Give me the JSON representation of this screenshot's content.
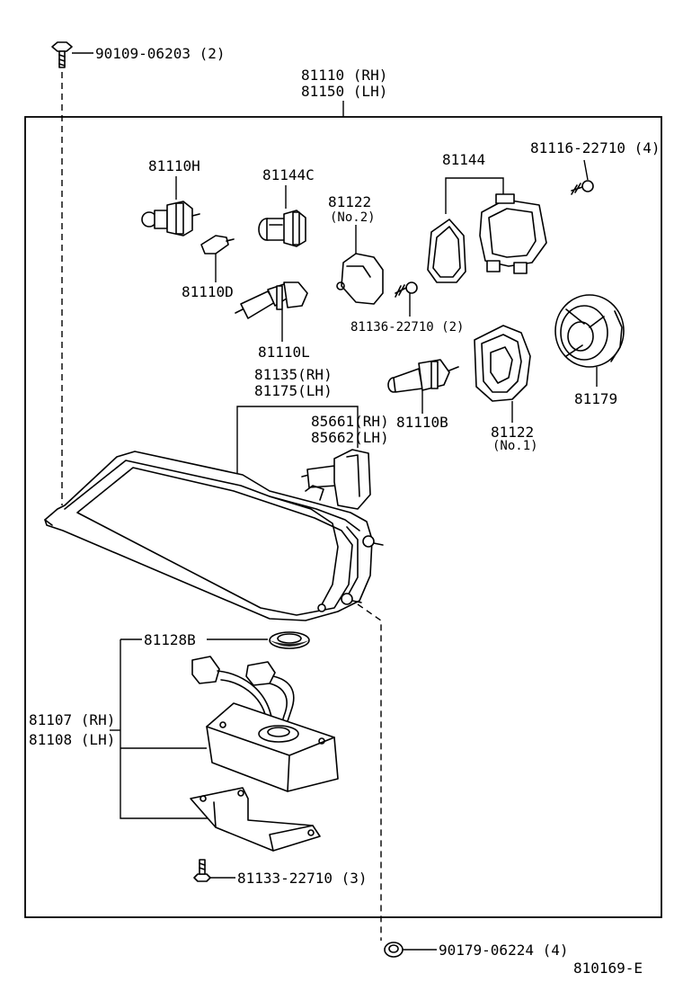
{
  "labels": {
    "bolt_top": "90109-06203 (2)",
    "assy_rh": "81110 (RH)",
    "assy_lh": "81150 (LH)",
    "bulb_81110H": "81110H",
    "bulb_81144C": "81144C",
    "cap_81122_no2_num": "81122",
    "cap_81122_no2_sub": "(No.2)",
    "bracket_81144": "81144",
    "screw_81116": "81116-22710 (4)",
    "bulb_81110D": "81110D",
    "screw_81136": "81136-22710 (2)",
    "bulb_81110L": "81110L",
    "lens_rh": "81135(RH)",
    "lens_lh": "81175(LH)",
    "socket_rh": "85661(RH)",
    "socket_lh": "85662(LH)",
    "bulb_81110B": "81110B",
    "cover_81179": "81179",
    "cap_81122_no1_num": "81122",
    "cap_81122_no1_sub": "(No.1)",
    "gasket_81128B": "81128B",
    "ballast_rh": "81107 (RH)",
    "ballast_lh": "81108 (LH)",
    "screw_81133": "81133-22710 (3)",
    "nut_90179": "90179-06224 (4)",
    "diagram_id": "810169-E"
  }
}
